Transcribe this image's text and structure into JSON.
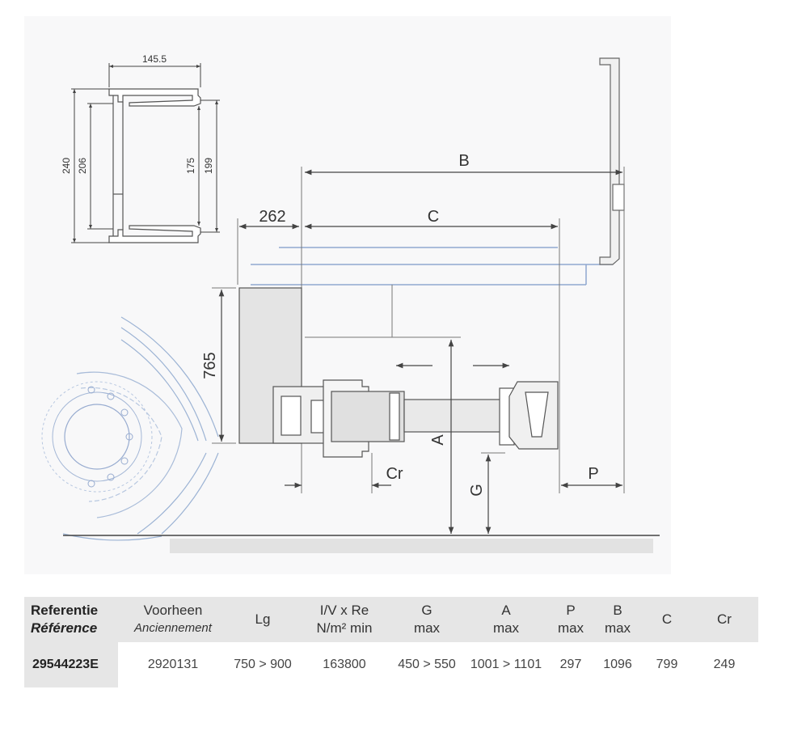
{
  "drawing": {
    "profile_dims": {
      "width": "145.5",
      "outer_height": "240",
      "inner_height": "206",
      "inner_right": "175",
      "outer_right": "199"
    },
    "main_dims": {
      "B": "B",
      "C": "C",
      "offset": "262",
      "height": "765",
      "A": "A",
      "G": "G",
      "Cr": "Cr",
      "P": "P"
    }
  },
  "table": {
    "headers": [
      {
        "line1": "Referentie",
        "line2": "Référence"
      },
      {
        "line1": "Voorheen",
        "line2": "Anciennement"
      },
      {
        "line1": "Lg",
        "line2": ""
      },
      {
        "line1": "I/V x Re",
        "line2": "N/m² min"
      },
      {
        "line1": "G",
        "line2": "max"
      },
      {
        "line1": "A",
        "line2": "max"
      },
      {
        "line1": "P",
        "line2": "max"
      },
      {
        "line1": "B",
        "line2": "max"
      },
      {
        "line1": "C",
        "line2": ""
      },
      {
        "line1": "Cr",
        "line2": ""
      }
    ],
    "row": {
      "ref": "29544223E",
      "prev": "2920131",
      "lg": "750 > 900",
      "ivre": "163800",
      "g": "450 > 550",
      "a": "1001 > 1101",
      "p": "297",
      "b": "1096",
      "c": "799",
      "cr": "249"
    }
  }
}
